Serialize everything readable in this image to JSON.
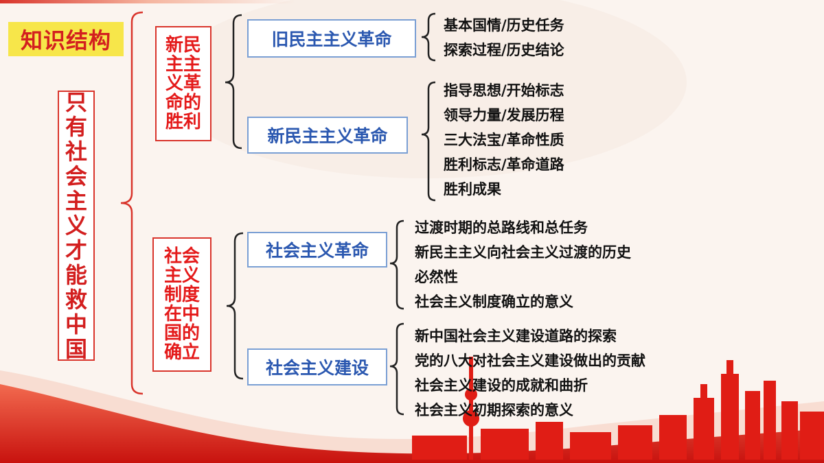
{
  "colors": {
    "red": "#d9342b",
    "blue_text": "#2b58b0",
    "blue_border": "#7a9fd4",
    "badge_bg": "#f7e64a"
  },
  "header": {
    "title": "知识结构"
  },
  "root": {
    "label": "只有社会主义才能救中国"
  },
  "branches": [
    {
      "label": "新民主主义革命的胜利",
      "children": [
        {
          "label": "旧民主主义革命",
          "items": [
            "基本国情/历史任务",
            "探索过程/历史结论"
          ]
        },
        {
          "label": "新民主主义革命",
          "items": [
            "指导思想/开始标志",
            "领导力量/发展历程",
            "三大法宝/革命性质",
            "胜利标志/革命道路",
            "胜利成果"
          ]
        }
      ]
    },
    {
      "label": "社会主义制度在中国的确立",
      "children": [
        {
          "label": "社会主义革命",
          "items": [
            "过渡时期的总路线和总任务",
            "新民主主义向社会主义过渡的历史",
            "必然性",
            "社会主义制度确立的意义"
          ]
        },
        {
          "label": "社会主义建设",
          "items": [
            "新中国社会主义建设道路的探索",
            "党的八大对社会主义建设做出的贡献",
            "社会主义建设的成就和曲折",
            "社会主义初期探索的意义"
          ]
        }
      ]
    }
  ]
}
